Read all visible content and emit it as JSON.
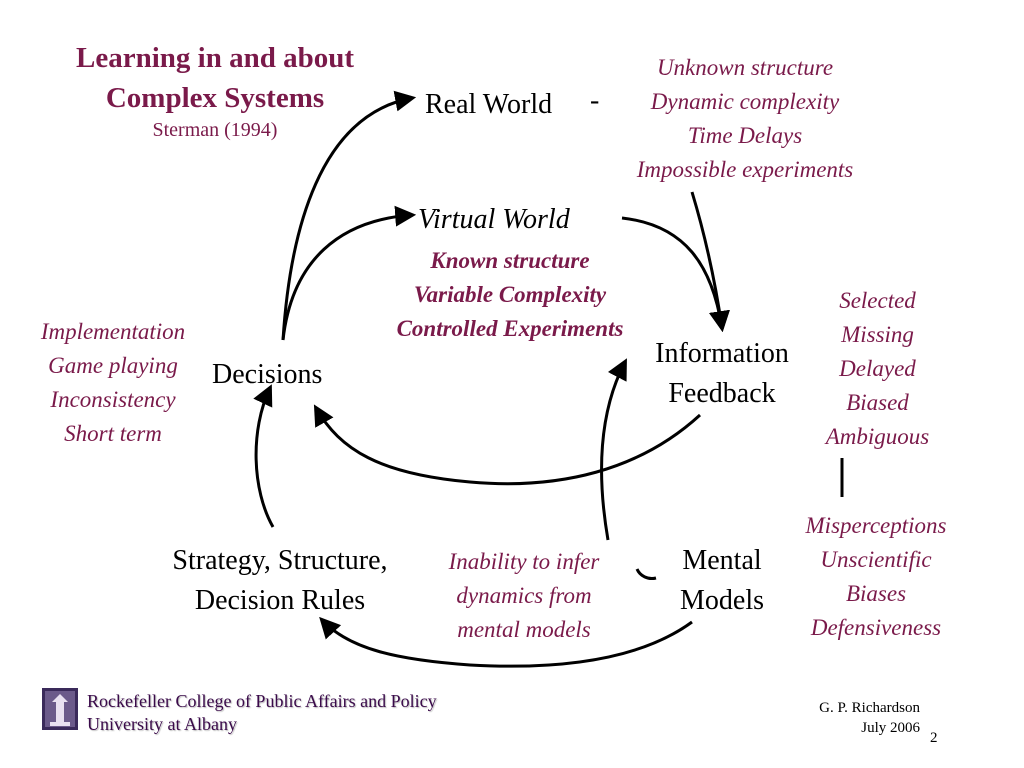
{
  "title": {
    "line1": "Learning in and about",
    "line2": "Complex Systems",
    "citation": "Sterman (1994)"
  },
  "nodes": {
    "real_world": "Real World",
    "real_world_sign": "-",
    "virtual_world": "Virtual World",
    "information_feedback": [
      "Information",
      "Feedback"
    ],
    "decisions": "Decisions",
    "strategy": [
      "Strategy, Structure,",
      "Decision Rules"
    ],
    "mental_models": [
      "Mental",
      "Models"
    ]
  },
  "annotations": {
    "real_world_issues": [
      "Unknown structure",
      "Dynamic complexity",
      "Time Delays",
      "Impossible experiments"
    ],
    "virtual_world_features": [
      "Known structure",
      "Variable Complexity",
      "Controlled Experiments"
    ],
    "feedback_issues": [
      "Selected",
      "Missing",
      "Delayed",
      "Biased",
      "Ambiguous"
    ],
    "decision_issues": [
      "Implementation",
      "Game playing",
      "Inconsistency",
      "Short term"
    ],
    "mental_model_issues": [
      "Misperceptions",
      "Unscientific",
      "Biases",
      "Defensiveness"
    ],
    "inference_issue": [
      "Inability to infer",
      "dynamics from",
      "mental models"
    ]
  },
  "footer": {
    "org_line1": "Rockefeller College of Public Affairs and Policy",
    "org_line2": "University at Albany",
    "author": "G. P. Richardson",
    "date": "July 2006",
    "page_number": "2"
  },
  "colors": {
    "accent": "#7a1a4a",
    "text": "#000000",
    "background": "#ffffff"
  }
}
